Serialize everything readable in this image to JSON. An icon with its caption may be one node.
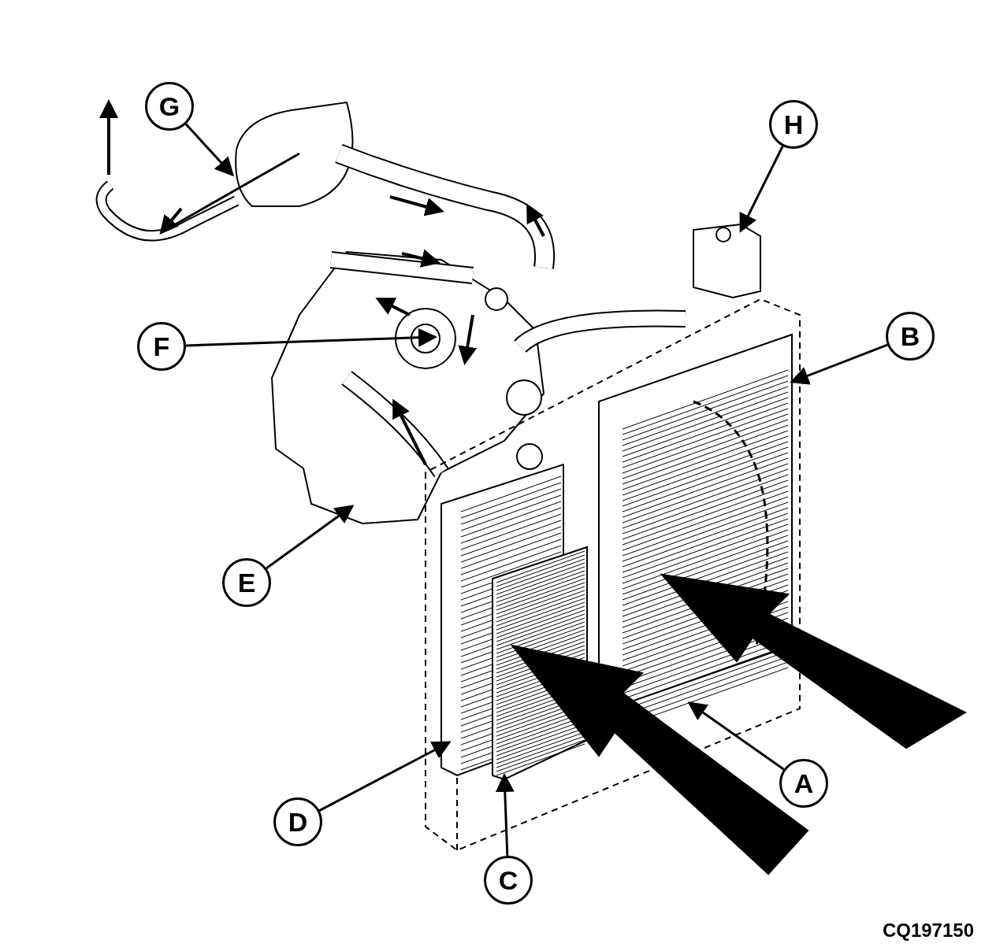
{
  "diagram": {
    "nodes": [
      {
        "text": [
          "G"
        ]
      },
      {
        "text": [
          "H"
        ]
      },
      {
        "text": [
          "F"
        ]
      },
      {
        "text": [
          "B"
        ]
      },
      {
        "text": [
          "E"
        ]
      },
      {
        "text": [
          "A"
        ]
      },
      {
        "text": [
          "D"
        ]
      },
      {
        "text": [
          "C"
        ]
      }
    ],
    "edges": [
      {
        "from": 0,
        "to": null,
        "arrow": "to"
      },
      {
        "from": 1,
        "to": null,
        "arrow": "to"
      },
      {
        "from": 2,
        "to": null,
        "arrow": "to"
      },
      {
        "from": 3,
        "to": null,
        "arrow": "to"
      },
      {
        "from": 4,
        "to": null,
        "arrow": "to"
      },
      {
        "from": 5,
        "to": null,
        "arrow": "to"
      },
      {
        "from": 6,
        "to": null,
        "arrow": "to"
      },
      {
        "from": 7,
        "to": null,
        "arrow": "to"
      }
    ],
    "labels": [
      "CQ197150"
    ]
  }
}
